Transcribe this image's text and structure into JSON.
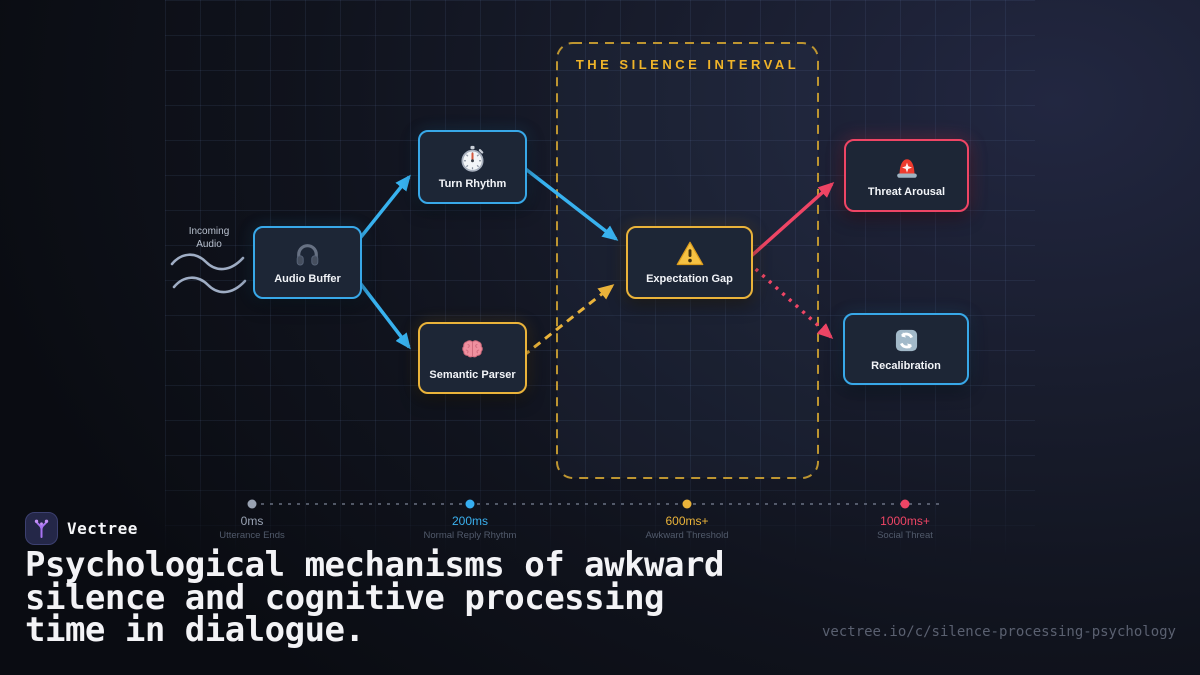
{
  "brand": {
    "name": "Vectree",
    "url": "vectree.io/c/silence-processing-psychology"
  },
  "heading": {
    "lines": [
      "Psychological mechanisms of awkward",
      "silence and cognitive processing",
      "time in dialogue."
    ]
  },
  "diagram": {
    "interval_title": "THE SILENCE INTERVAL",
    "incoming": {
      "line1": "Incoming",
      "line2": "Audio"
    },
    "nodes": {
      "audio_buffer": {
        "label": "Audio Buffer",
        "icon": "headphones-icon",
        "accent": "#38a8e8"
      },
      "turn_rhythm": {
        "label": "Turn Rhythm",
        "icon": "stopwatch-icon",
        "accent": "#38a8e8"
      },
      "semantic_parser": {
        "label": "Semantic Parser",
        "icon": "brain-icon",
        "accent": "#eab33a"
      },
      "expectation_gap": {
        "label": "Expectation Gap",
        "icon": "warning-icon",
        "accent": "#eab33a"
      },
      "threat_arousal": {
        "label": "Threat Arousal",
        "icon": "siren-icon",
        "accent": "#ef4565"
      },
      "recalibration": {
        "label": "Recalibration",
        "icon": "recycle-icon",
        "accent": "#38a8e8"
      }
    }
  },
  "timeline": {
    "markers": [
      {
        "value": "0ms",
        "label": "Utterance Ends",
        "color": "#9aa3b4"
      },
      {
        "value": "200ms",
        "label": "Normal Reply Rhythm",
        "color": "#3ab0ee"
      },
      {
        "value": "600ms+",
        "label": "Awkward Threshold",
        "color": "#eab33a"
      },
      {
        "value": "1000ms+",
        "label": "Social Threat",
        "color": "#ef4565"
      }
    ]
  },
  "colors": {
    "blue": "#38a8e8",
    "gold": "#eab33a",
    "pink": "#ef4565",
    "background": "#10131d"
  }
}
